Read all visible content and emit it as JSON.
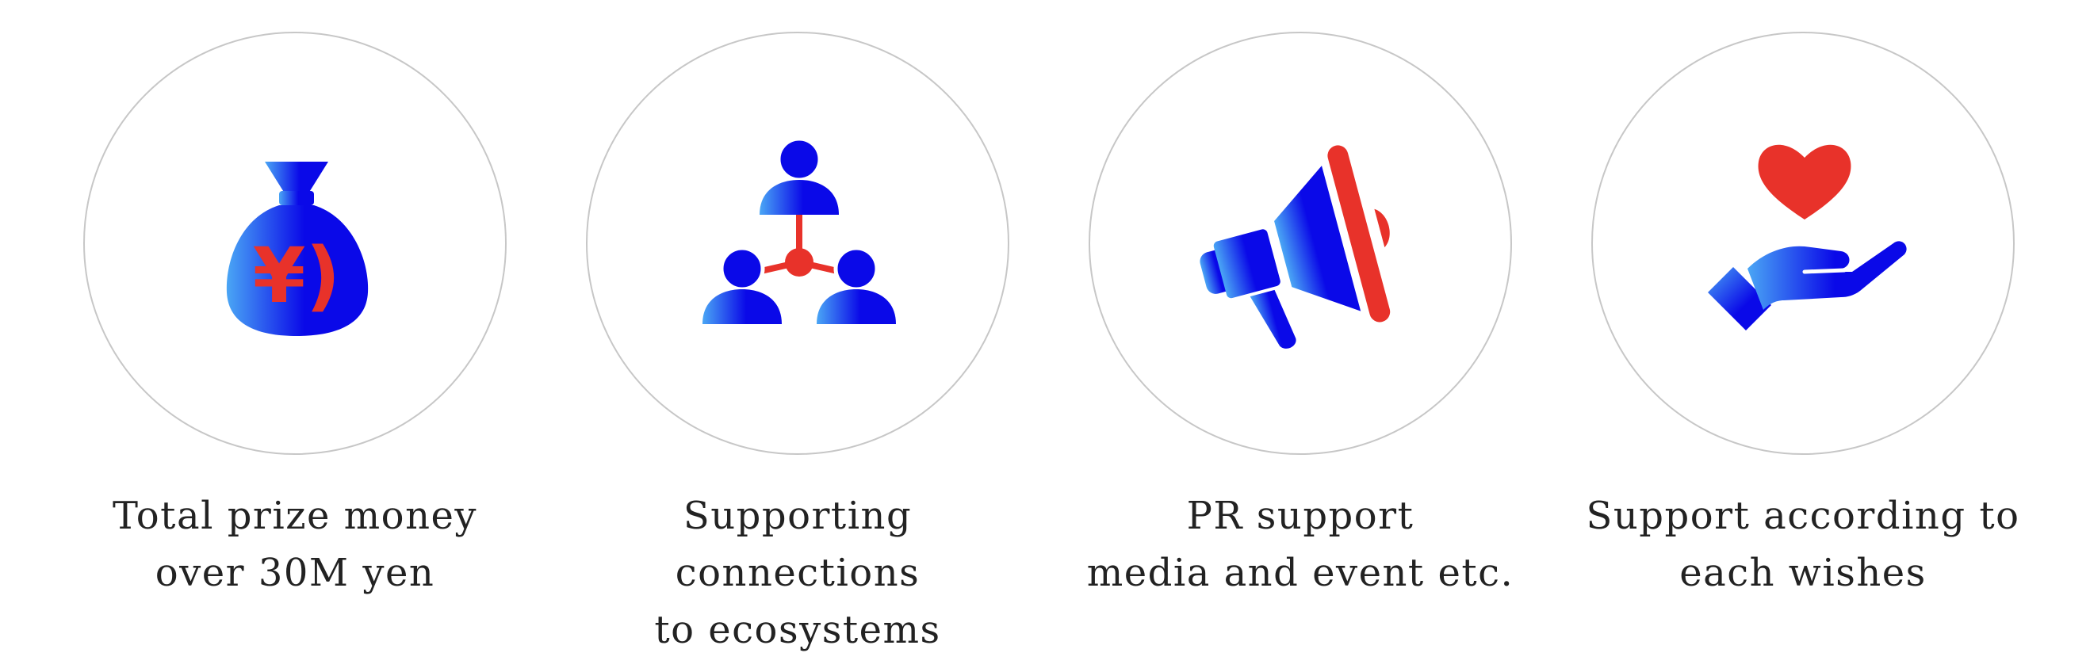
{
  "colors": {
    "blue_light": "#4aa6f5",
    "blue_deep": "#0a09e8",
    "red": "#e8322a",
    "circle_border": "#c7c7c7",
    "text": "#222222"
  },
  "features": [
    {
      "icon": "money-bag-yen-icon",
      "symbol": "¥)",
      "lines": [
        "Total prize money",
        "over 30M yen"
      ]
    },
    {
      "icon": "network-people-icon",
      "lines": [
        "Supporting",
        "connections",
        "to ecosystems"
      ]
    },
    {
      "icon": "megaphone-icon",
      "lines": [
        "PR support",
        "media and event etc."
      ]
    },
    {
      "icon": "hand-heart-icon",
      "lines": [
        "Support according to",
        "each wishes"
      ]
    }
  ]
}
